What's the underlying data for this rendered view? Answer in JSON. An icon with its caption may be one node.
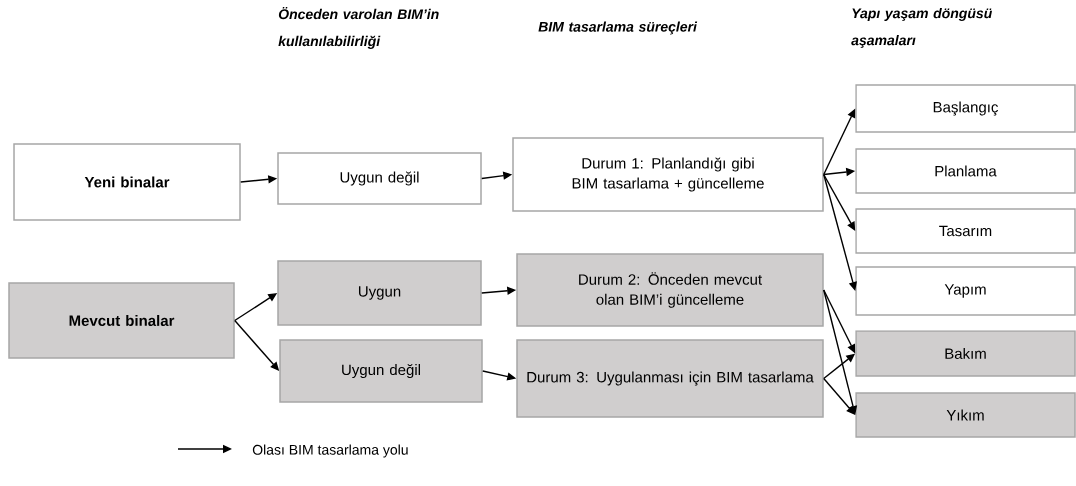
{
  "diagram": {
    "nodes": [
      {
        "text": [
          "Yeni binalar"
        ]
      },
      {
        "text": [
          "Mevcut binalar"
        ]
      },
      {
        "text": [
          "Uygun değil"
        ]
      },
      {
        "text": [
          "Uygun"
        ]
      },
      {
        "text": [
          "Uygun değil"
        ]
      },
      {
        "text": [
          "Durum 1: Planlandığı gibi BIM tasarlama + güncelleme"
        ]
      },
      {
        "text": [
          "Durum 2: Önceden mevcut olan BIM’i güncelleme"
        ]
      },
      {
        "text": [
          "Durum 3: Uygulanması için BIM tasarlama"
        ]
      },
      {
        "text": [
          "Başlangıç"
        ]
      },
      {
        "text": [
          "Planlama"
        ]
      },
      {
        "text": [
          "Tasarım"
        ]
      },
      {
        "text": [
          "Yapım"
        ]
      },
      {
        "text": [
          "Bakım"
        ]
      },
      {
        "text": [
          "Yıkım"
        ]
      }
    ],
    "edges": [
      {
        "from": 0,
        "to": 2,
        "arrow": "to"
      },
      {
        "from": 1,
        "to": 3,
        "arrow": "to"
      },
      {
        "from": 1,
        "to": 4,
        "arrow": "to"
      },
      {
        "from": 2,
        "to": 5,
        "arrow": "to"
      },
      {
        "from": 3,
        "to": 6,
        "arrow": "to"
      },
      {
        "from": 4,
        "to": 7,
        "arrow": "to"
      },
      {
        "from": 5,
        "to": 8,
        "arrow": "to"
      },
      {
        "from": 5,
        "to": 9,
        "arrow": "to"
      },
      {
        "from": 5,
        "to": 10,
        "arrow": "to"
      },
      {
        "from": 5,
        "to": 11,
        "arrow": "to"
      },
      {
        "from": 6,
        "to": 12,
        "arrow": "to"
      },
      {
        "from": 6,
        "to": 13,
        "arrow": "to"
      },
      {
        "from": 7,
        "to": 12,
        "arrow": "to"
      },
      {
        "from": 7,
        "to": 13,
        "arrow": "to"
      }
    ],
    "labels": [
      "Önceden varolan BIM’in kullanılabilirliği",
      "BIM tasarlama süreçleri",
      "Yapı yaşam döngüsü aşamaları"
    ],
    "legend": [
      {
        "text": "Olası BIM tasarlama yolu"
      }
    ]
  }
}
